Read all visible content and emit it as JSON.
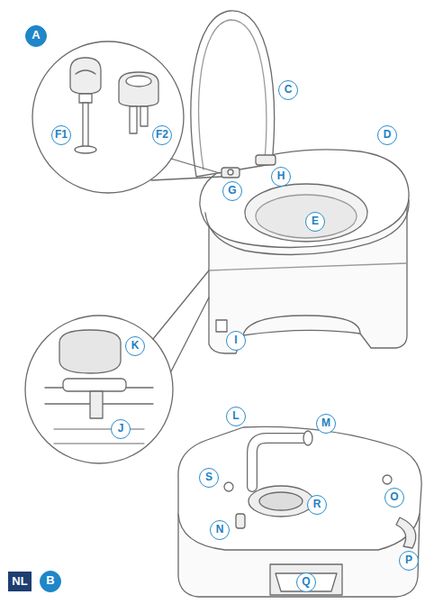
{
  "diagram": {
    "labels": [
      "A",
      "C",
      "F1",
      "F2",
      "G",
      "H",
      "D",
      "E",
      "I",
      "K",
      "J",
      "NL",
      "B",
      "L",
      "M",
      "S",
      "O",
      "N",
      "R",
      "P",
      "Q"
    ]
  }
}
